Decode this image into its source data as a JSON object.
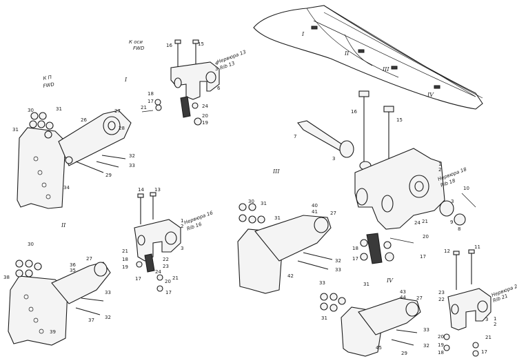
{
  "views": {
    "I": "I",
    "II": "II",
    "III": "III",
    "IV": "IV"
  },
  "captions": {
    "k_osi_ru": "К оси",
    "k_osi_en": "FWD",
    "k_p_ru": "К П",
    "k_p_en": "FWD",
    "nervura13_ru": "Нервюра 13",
    "nervura13_en": "Rib 13",
    "nervura16_ru": "Нервюра 16",
    "nervura16_en": "Rib 16",
    "nervura18_ru": "Нервюра 18",
    "nervura18_en": "Rib 18",
    "nervura21_ru": "Нервюра 21",
    "nervura21_en": "Rib 21"
  },
  "wing_marks": [
    "I",
    "II",
    "III",
    "IV"
  ],
  "callouts": {
    "i_16": "16",
    "i_15": "15",
    "i_4": "4",
    "i_3": "3",
    "i_6": "6",
    "i_18": "18",
    "i_17": "17",
    "i_21": "21",
    "i_24": "24",
    "i_20": "20",
    "i_19": "19",
    "ii_30": "30",
    "ii_31a": "31",
    "ii_31b": "31",
    "ii_26": "26",
    "ii_27": "27",
    "ii_28": "28",
    "ii_32": "32",
    "ii_33": "33",
    "ii_29": "29",
    "ii_34": "34",
    "mid_14": "14",
    "mid_13": "13",
    "mid_1": "1",
    "mid_2": "2",
    "mid_3": "3",
    "mid_21a": "21",
    "mid_18": "18",
    "mid_19": "19",
    "mid_17": "17",
    "mid_22": "22",
    "mid_23": "23",
    "mid_24": "24",
    "mid_20": "20",
    "mid_21b": "21",
    "mid_17b": "17",
    "iii_16": "16",
    "iii_15": "15",
    "iii_7": "7",
    "iii_3": "3",
    "iii_1": "1",
    "iii_2": "2",
    "iii_3b": "3",
    "iii_10": "10",
    "iii_9": "9",
    "iii_8": "8",
    "iii_24": "24",
    "iii_21": "21",
    "iii_20": "20",
    "iii_18": "18",
    "iii_17": "17",
    "iii_17b": "17",
    "c_30": "30",
    "c_31": "31",
    "c_40": "40",
    "c_41": "41",
    "c_27": "27",
    "c_31b": "31",
    "c_32": "32",
    "c_33": "33",
    "c_42": "42",
    "bl_30": "30",
    "bl_36": "36",
    "bl_35": "35",
    "bl_27": "27",
    "bl_38": "38",
    "bl_33": "33",
    "bl_37": "37",
    "bl_32": "32",
    "bl_39": "39",
    "iv_33": "33",
    "iv_31": "31",
    "iv_31b": "31",
    "iv_43": "43",
    "iv_44": "44",
    "iv_27": "27",
    "iv_33b": "33",
    "iv_32": "32",
    "iv_29": "29",
    "iv_45": "45",
    "r_12": "12",
    "r_11": "11",
    "r_23": "23",
    "r_22": "22",
    "r_3": "3",
    "r_1": "1",
    "r_2": "2",
    "r_20": "20",
    "r_19": "19",
    "r_18": "18",
    "r_21": "21",
    "r_17": "17"
  }
}
